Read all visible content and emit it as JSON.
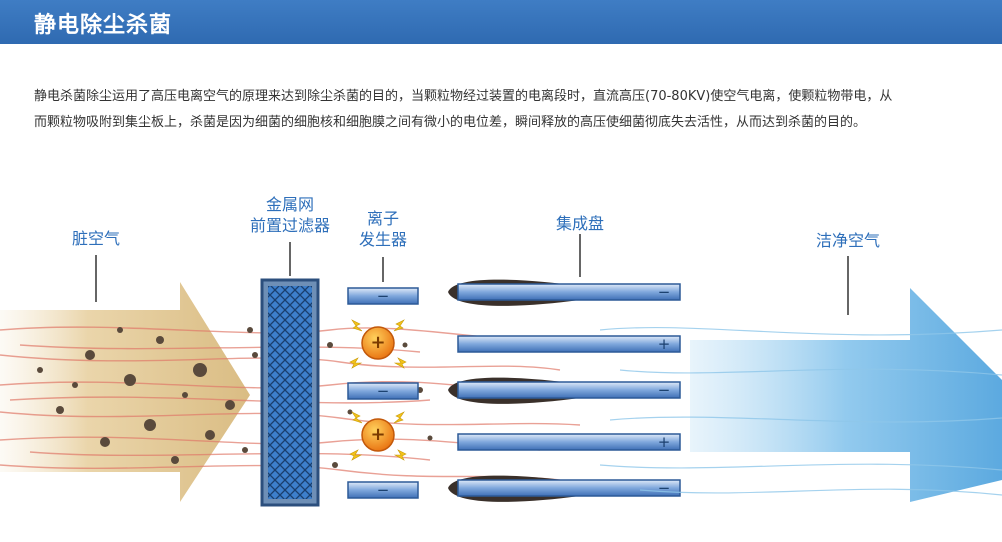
{
  "header": {
    "title": "静电除尘杀菌"
  },
  "description": {
    "line1": "静电杀菌除尘运用了高压电离空气的原理来达到除尘杀菌的目的，当颗粒物经过装置的电离段时，直流高压(70-80KV)使空气电离，使颗粒物带电，从",
    "line2": "而颗粒物吸附到集尘板上，杀菌是因为细菌的细胞核和细胞膜之间有微小的电位差，瞬间释放的高压使细菌彻底失去活性，从而达到杀菌的目的。"
  },
  "diagram": {
    "dirty_air": "脏空气",
    "metal_filter_line1": "金属网",
    "metal_filter_line2": "前置过滤器",
    "ion_line1": "离子",
    "ion_line2": "发生器",
    "collector": "集成盘",
    "clean_air": "洁净空气",
    "minus": "−",
    "plus": "+",
    "colors": {
      "label": "#2e6fba",
      "header": "#3a76c0",
      "plate": "#5b8fd1",
      "clean": "#6fb4e4",
      "filter": "#3f7fc9",
      "ion": "#f08a1a"
    }
  }
}
